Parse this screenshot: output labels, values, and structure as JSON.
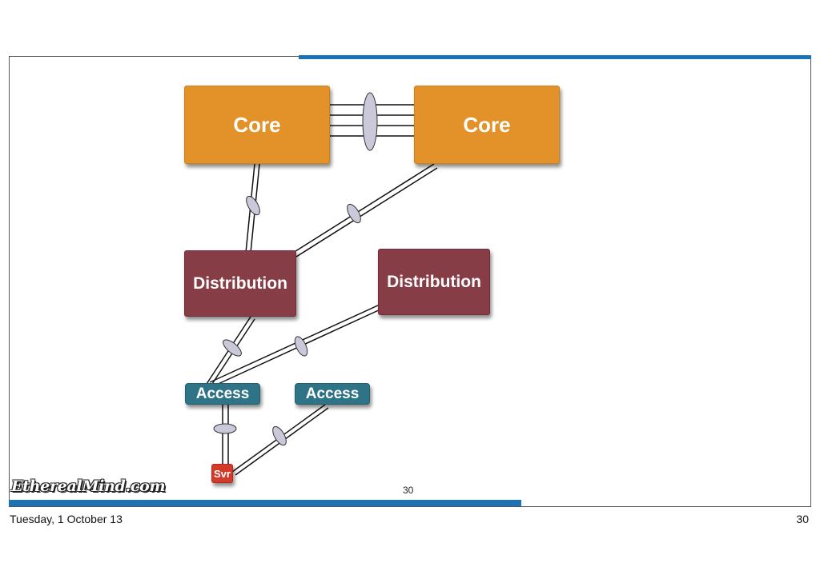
{
  "nodes": {
    "core_left": "Core",
    "core_right": "Core",
    "distribution_left": "Distribution",
    "distribution_right": "Distribution",
    "access_left": "Access",
    "access_right": "Access",
    "server": "Svr"
  },
  "logo_text": "EtherealMind.com",
  "slide_number": "30",
  "footer": {
    "date": "Tuesday, 1 October 13",
    "page": "30"
  },
  "colors": {
    "core": "#e3922a",
    "distribution": "#863d45",
    "access": "#2e7386",
    "server": "#d23b2a",
    "accent_bar": "#1a73b5",
    "bundle_ellipse": "#c9c9d9"
  }
}
